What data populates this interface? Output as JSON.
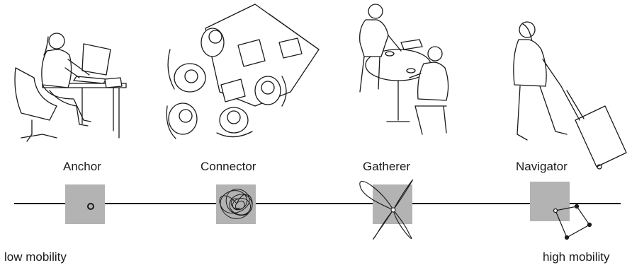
{
  "personas": [
    {
      "name": "Anchor",
      "mobility_pattern": "small circle"
    },
    {
      "name": "Connector",
      "mobility_pattern": "tangled loops"
    },
    {
      "name": "Gatherer",
      "mobility_pattern": "four-petal loops"
    },
    {
      "name": "Navigator",
      "mobility_pattern": "quadrilateral path"
    }
  ],
  "axis": {
    "low_label": "low mobility",
    "high_label": "high mobility"
  },
  "colors": {
    "line": "#1a1a1a",
    "box_fill": "#b3b3b3"
  }
}
